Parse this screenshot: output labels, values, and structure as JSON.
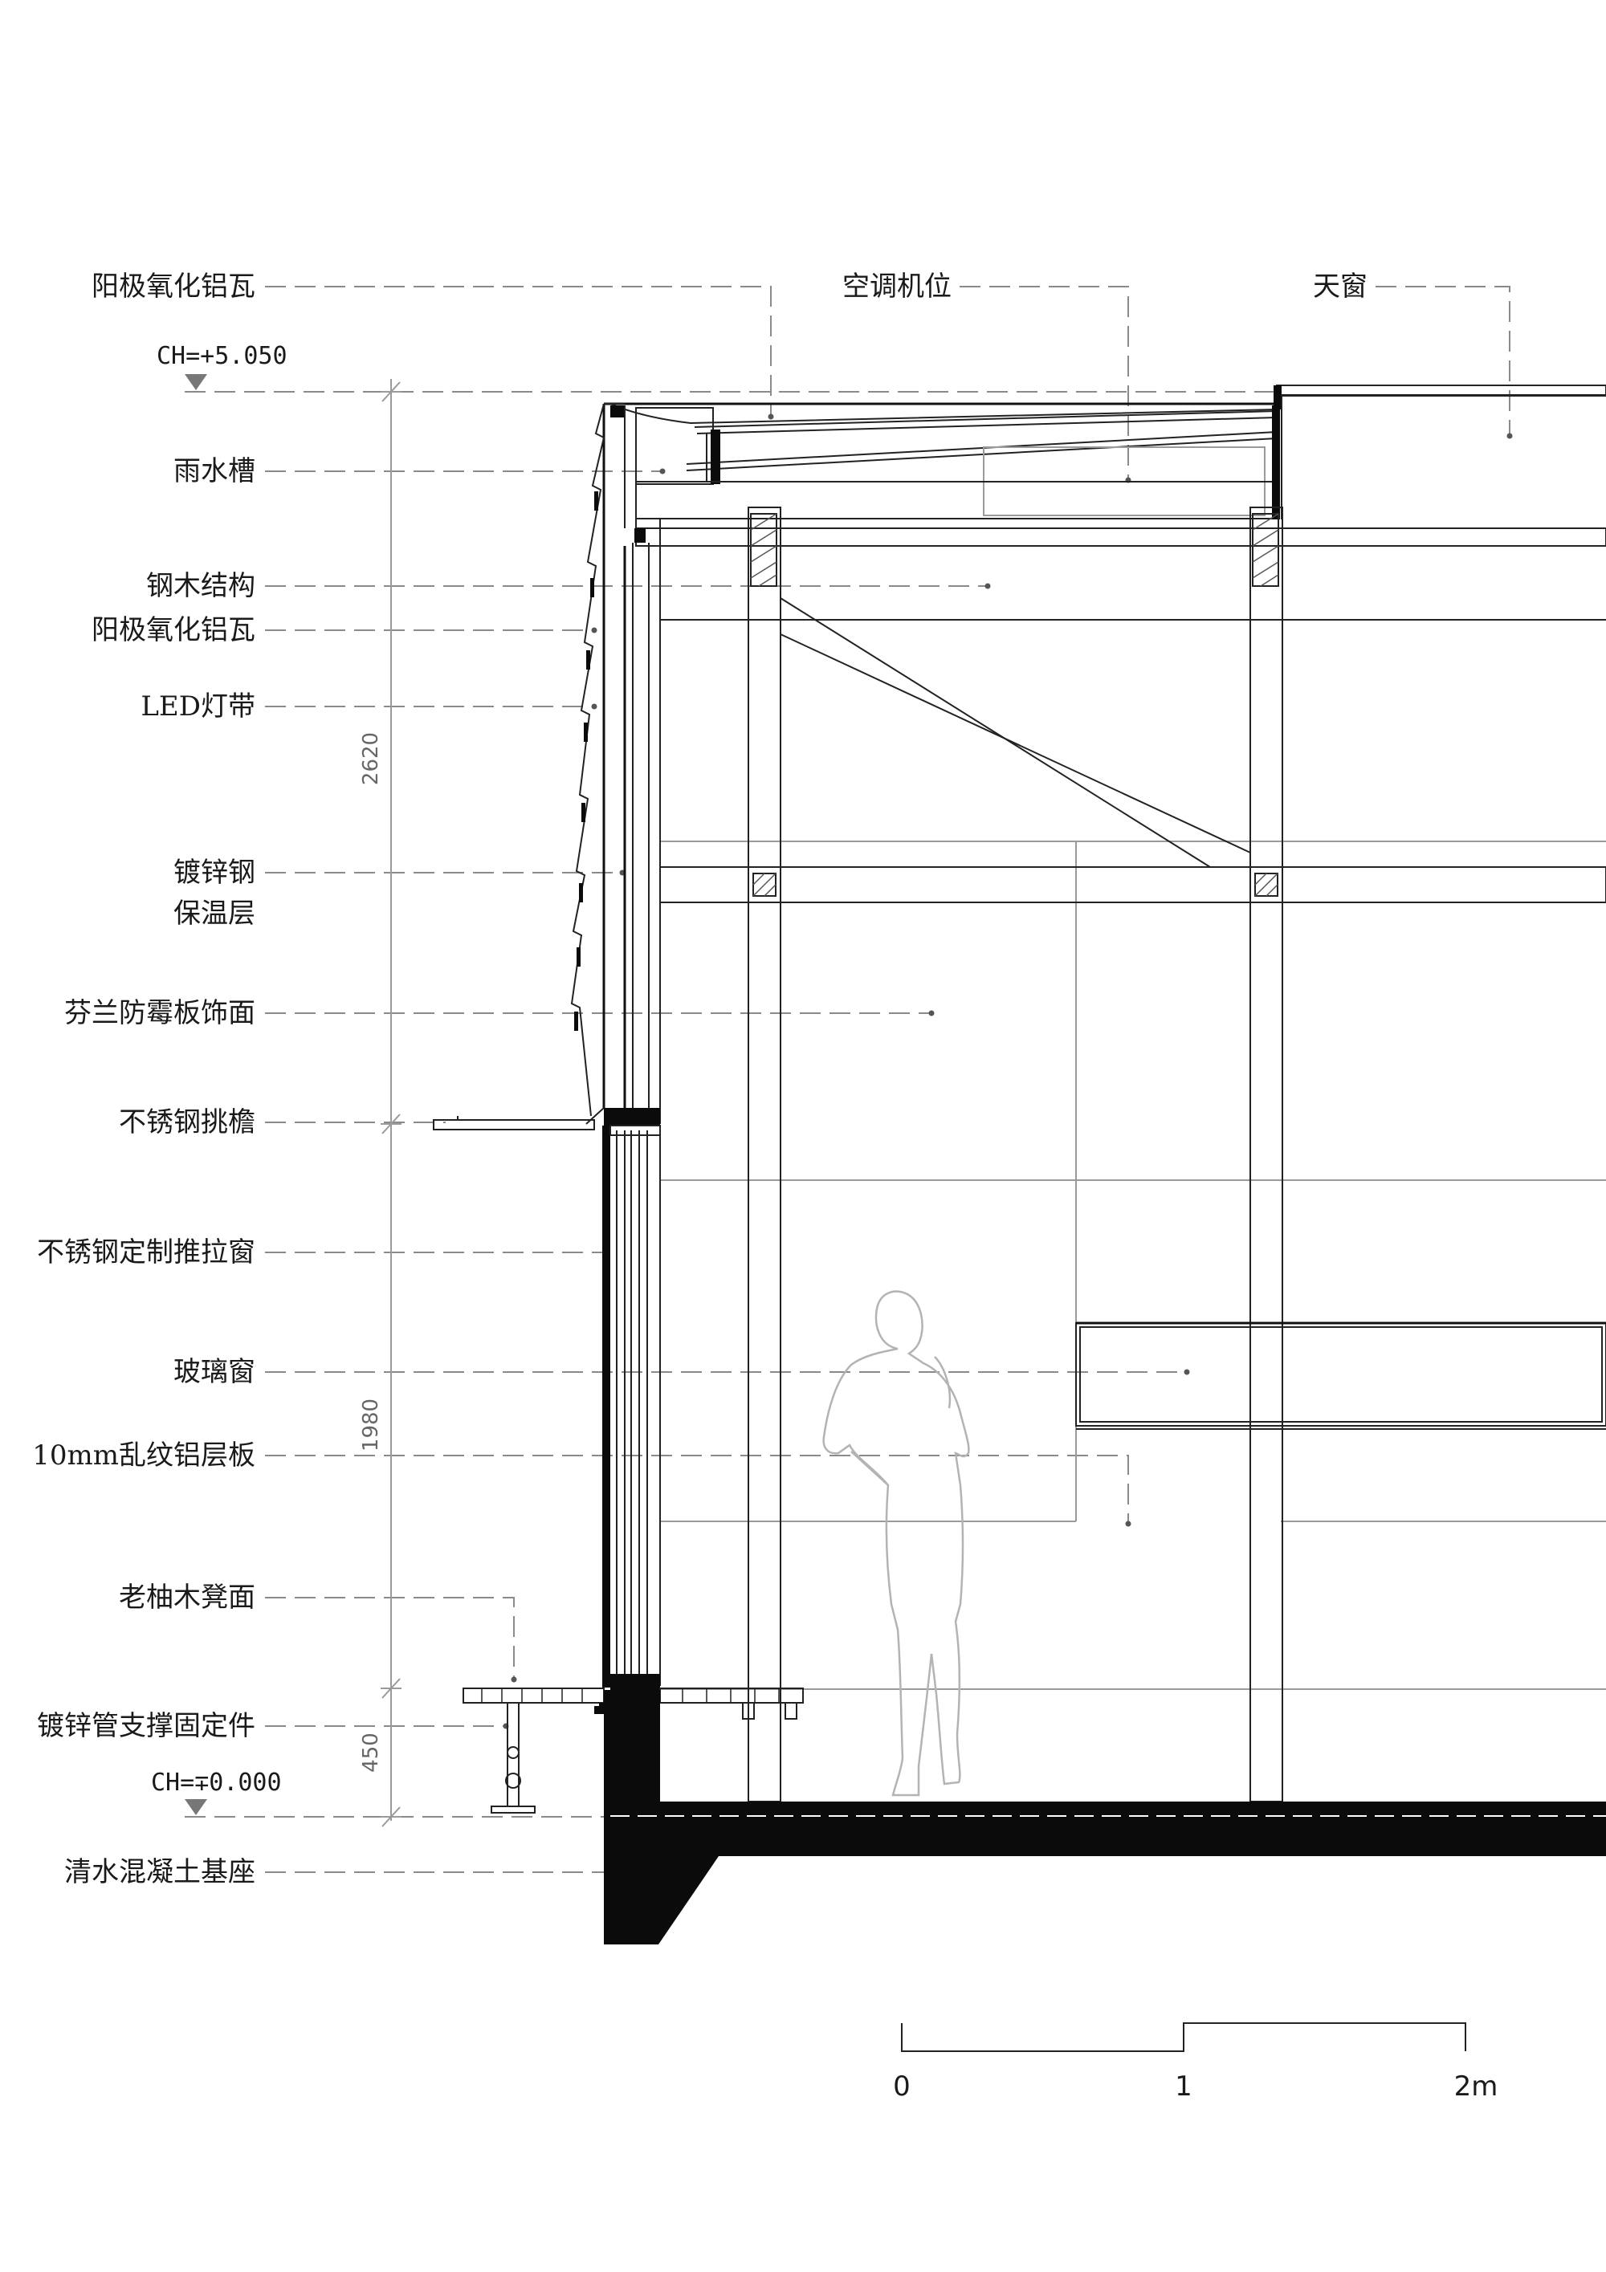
{
  "labels": {
    "anodized_tile_top": "阳极氧化铝瓦",
    "ac_unit": "空调机位",
    "skylight": "天窗",
    "gutter": "雨水槽",
    "steel_wood_structure": "钢木结构",
    "anodized_tile_side": "阳极氧化铝瓦",
    "led_strip": "LED灯带",
    "galvanized_steel": "镀锌钢",
    "insulation": "保温层",
    "finnish_board": "芬兰防霉板饰面",
    "ss_canopy": "不锈钢挑檐",
    "ss_sliding_window": "不锈钢定制推拉窗",
    "glass_window": "玻璃窗",
    "alu_panel": "10mm乱纹铝层板",
    "teak_bench": "老柚木凳面",
    "galv_pipe": "镀锌管支撑固定件",
    "concrete_base": "清水混凝土基座"
  },
  "levels": {
    "top": "CH=+5.050",
    "ground": "CH=∓0.000"
  },
  "dimensions": {
    "upper": "2620",
    "middle": "1980",
    "lower": "450"
  },
  "scale_bar": {
    "ticks": [
      "0",
      "1",
      "2m"
    ]
  }
}
